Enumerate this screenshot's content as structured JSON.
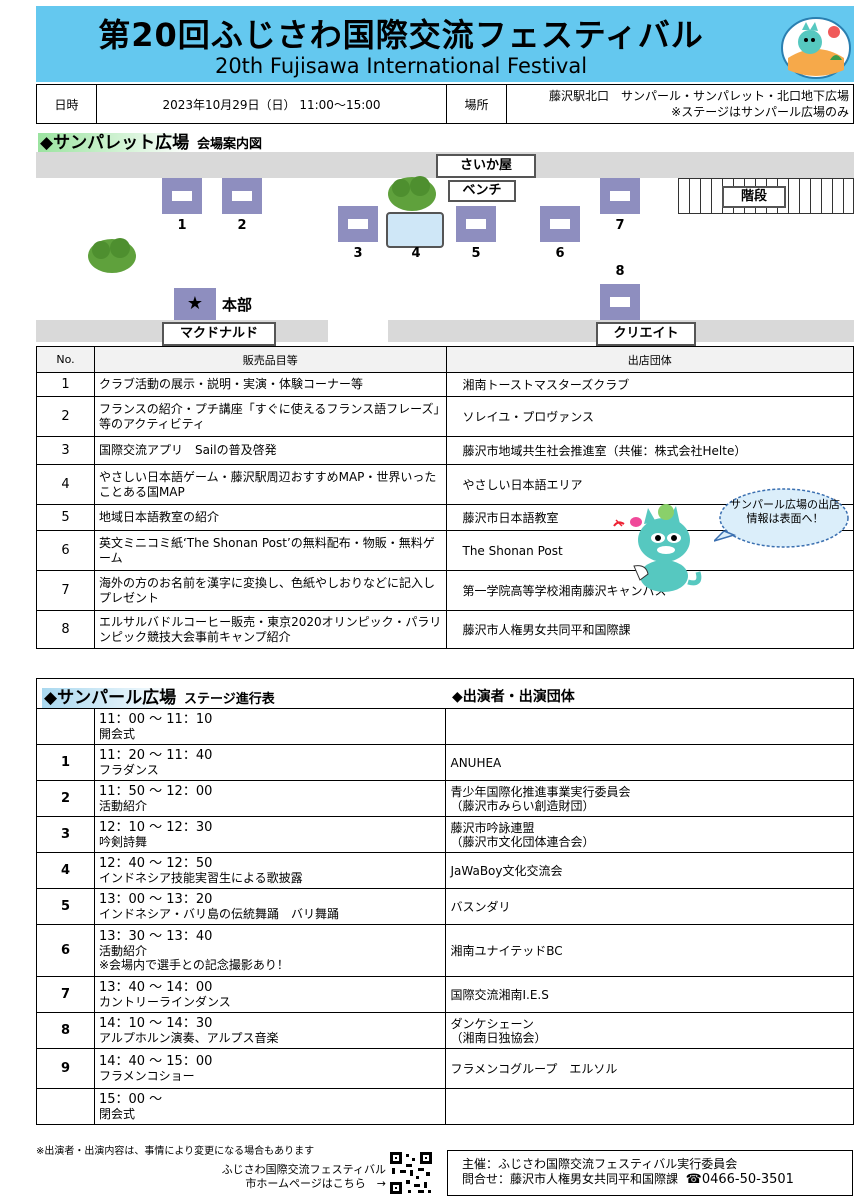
{
  "header": {
    "title": "第20回ふじさわ国際交流フェスティバル",
    "subtitle": "20th Fujisawa International Festival",
    "bg_color": "#64c8ef"
  },
  "info": {
    "date_label": "日時",
    "date_value": "2023年10月29日（日） 11:00〜15:00",
    "place_label": "場所",
    "place_line1": "藤沢駅北口　サンパール・サンパレット・北口地下広場",
    "place_line2": "※ステージはサンパール広場のみ"
  },
  "map": {
    "section_title": "◆サンパレット広場",
    "section_sub": "会場案内図",
    "landmarks": {
      "saikaya": "さいか屋",
      "bench": "ベンチ",
      "stairs": "階段",
      "mcdonalds": "マクドナルド",
      "create": "クリエイト",
      "honbu": "本部",
      "star": "★"
    },
    "booth_labels": [
      "1",
      "2",
      "3",
      "4",
      "5",
      "6",
      "7",
      "8"
    ]
  },
  "stalls": {
    "headers": [
      "No.",
      "販売品目等",
      "出店団体"
    ],
    "rows": [
      [
        "1",
        "クラブ活動の展示・説明・実演・体験コーナー等",
        "湘南トーストマスターズクラブ"
      ],
      [
        "2",
        "フランスの紹介・プチ講座「すぐに使えるフランス語フレーズ」等のアクティビティ",
        "ソレイユ・プロヴァンス"
      ],
      [
        "3",
        "国際交流アプリ　Sailの普及啓発",
        "藤沢市地域共生社会推進室（共催：株式会社Helte）"
      ],
      [
        "4",
        "やさしい日本語ゲーム・藤沢駅周辺おすすめMAP・世界いったことある国MAP",
        "やさしい日本語エリア"
      ],
      [
        "5",
        "地域日本語教室の紹介",
        "藤沢市日本語教室"
      ],
      [
        "6",
        "英文ミニコミ紙‘The Shonan Post’の無料配布・物販・無料ゲーム",
        "The Shonan Post"
      ],
      [
        "7",
        "海外の方のお名前を漢字に変換し、色紙やしおりなどに記入しプレゼント",
        "第一学院高等学校湘南藤沢キャンパス"
      ],
      [
        "8",
        "エルサルバドルコーヒー販売・東京2020オリンピック・パラリンピック競技大会事前キャンプ紹介",
        "藤沢市人権男女共同平和国際課"
      ]
    ]
  },
  "bubble": {
    "text": "サンパール広場の出店情報は表面へ！"
  },
  "stage": {
    "section_title": "◆サンパール広場",
    "section_sub": "ステージ進行表",
    "performer_title": "◆出演者・出演団体",
    "rows": [
      {
        "num": "",
        "time": "11：00 〜 11：10",
        "desc": "開会式",
        "group": ""
      },
      {
        "num": "1",
        "time": "11：20 〜 11：40",
        "desc": "フラダンス",
        "group": "ANUHEA"
      },
      {
        "num": "2",
        "time": "11：50 〜 12：00",
        "desc": "活動紹介",
        "group": "青少年国際化推進事業実行委員会\n（藤沢市みらい創造財団）"
      },
      {
        "num": "3",
        "time": "12：10 〜 12：30",
        "desc": "吟剣詩舞",
        "group": "藤沢市吟詠連盟\n（藤沢市文化団体連合会）"
      },
      {
        "num": "4",
        "time": "12：40 〜 12：50",
        "desc": "インドネシア技能実習生による歌披露",
        "group": "JaWaBoy文化交流会"
      },
      {
        "num": "5",
        "time": "13：00 〜 13：20",
        "desc": "インドネシア・バリ島の伝統舞踊　バリ舞踊",
        "group": "バスンダリ"
      },
      {
        "num": "6",
        "time": "13：30 〜 13：40",
        "desc": "活動紹介\n※会場内で選手との記念撮影あり！",
        "group": "湘南ユナイテッドBC"
      },
      {
        "num": "7",
        "time": "13：40 〜 14：00",
        "desc": "カントリーラインダンス",
        "group": "国際交流湘南I.E.S"
      },
      {
        "num": "8",
        "time": "14：10 〜 14：30",
        "desc": "アルプホルン演奏、アルプス音楽",
        "group": "ダンケシェーン\n（湘南日独協会）"
      },
      {
        "num": "9",
        "time": "14：40 〜 15：00",
        "desc": "フラメンコショー",
        "group": "フラメンコグループ　エルソル"
      },
      {
        "num": "",
        "time": "15：00 〜",
        "desc": "閉会式",
        "group": ""
      }
    ]
  },
  "notes": {
    "change_note": "※出演者・出演内容は、事情により変更になる場合もあります",
    "hp_line1": "ふじさわ国際交流フェスティバル",
    "hp_line2": "市ホームページはこちら　→",
    "organizer": "主催：ふじさわ国際交流フェスティバル実行委員会",
    "contact": "問合せ：藤沢市人権男女共同平和国際課",
    "phone": "☎0466-50-3501"
  }
}
